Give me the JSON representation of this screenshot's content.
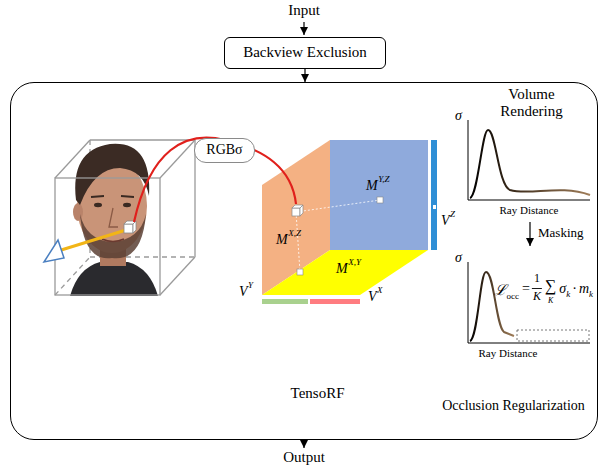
{
  "diagram": {
    "nodes": [
      {
        "text": [
          "Backview Exclusion"
        ]
      },
      {
        "text": [
          "TensoRF",
          "Volume Rendering",
          "Occlusion Regularization"
        ]
      },
      {
        "text": [
          "RGBσ"
        ],
        "in": 1
      }
    ],
    "edges": [
      {
        "from": 0,
        "to": 1,
        "arrow": "to"
      }
    ],
    "labels": [
      "Input",
      "Output",
      "M",
      "X,Z",
      "M",
      "Y,Z",
      "M",
      "X,Y",
      "V",
      "Z",
      "V",
      "Y",
      "V",
      "X",
      "σ",
      "Ray Distance",
      "Masking",
      "σ",
      "ℒ",
      "occ",
      "=",
      "1",
      "K",
      "∑",
      "K",
      "σ",
      "k",
      "·",
      "m",
      "k",
      "Ray Distance"
    ]
  }
}
